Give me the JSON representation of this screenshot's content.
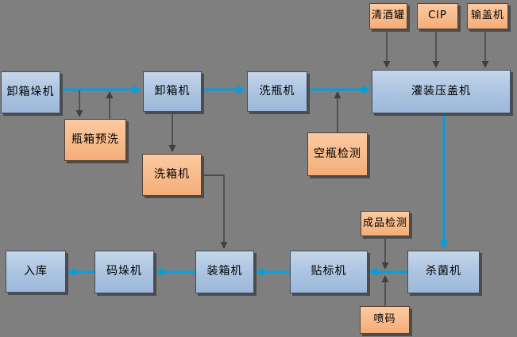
{
  "diagram": {
    "title": "bottling-line-flowchart",
    "background_color": "#7f7f7f",
    "colors": {
      "machine_box_fill": "#aec6e2",
      "aux_box_fill": "#f8bb8b",
      "main_flow_arrow": "#00a0e0",
      "aux_arrow": "#3f3f3f",
      "box_text": "#000000"
    },
    "nodes": {
      "unload_depalletizer": {
        "label": "卸箱垛机",
        "type": "machine"
      },
      "unload_box_machine": {
        "label": "卸箱机",
        "type": "machine"
      },
      "bottle_washer": {
        "label": "洗瓶机",
        "type": "machine"
      },
      "filling_capping_machine": {
        "label": "灌装压盖机",
        "type": "machine"
      },
      "sterilizer": {
        "label": "杀菌机",
        "type": "machine"
      },
      "labeling_machine": {
        "label": "贴标机",
        "type": "machine"
      },
      "case_packer": {
        "label": "装箱机",
        "type": "machine"
      },
      "palletizer": {
        "label": "码垛机",
        "type": "machine"
      },
      "warehouse_in": {
        "label": "入库",
        "type": "machine"
      },
      "bottle_box_prewash": {
        "label": "瓶箱预洗",
        "type": "aux"
      },
      "box_washer": {
        "label": "洗箱机",
        "type": "aux"
      },
      "empty_bottle_inspection": {
        "label": "空瓶检测",
        "type": "aux"
      },
      "sake_tank": {
        "label": "清酒罐",
        "type": "aux"
      },
      "cip": {
        "label": "CIP",
        "type": "aux"
      },
      "cap_feeder": {
        "label": "输盖机",
        "type": "aux"
      },
      "finished_product_inspection": {
        "label": "成品检测",
        "type": "aux"
      },
      "inkjet_coder": {
        "label": "喷码",
        "type": "aux"
      }
    },
    "flow": {
      "main_line": [
        "卸箱垛机",
        "卸箱机",
        "洗瓶机",
        "灌装压盖机",
        "杀菌机",
        "贴标机",
        "装箱机",
        "码垛机",
        "入库"
      ],
      "aux_links": [
        "卸箱垛机⇄瓶箱预洗",
        "卸箱机→洗箱机",
        "洗箱机→装箱机",
        "空瓶检测→洗瓶机-灌装压盖机线",
        "清酒罐→灌装压盖机",
        "CIP→灌装压盖机",
        "输盖机→灌装压盖机",
        "成品检测→杀菌机-贴标机线",
        "喷码→杀菌机-贴标机线"
      ]
    }
  }
}
